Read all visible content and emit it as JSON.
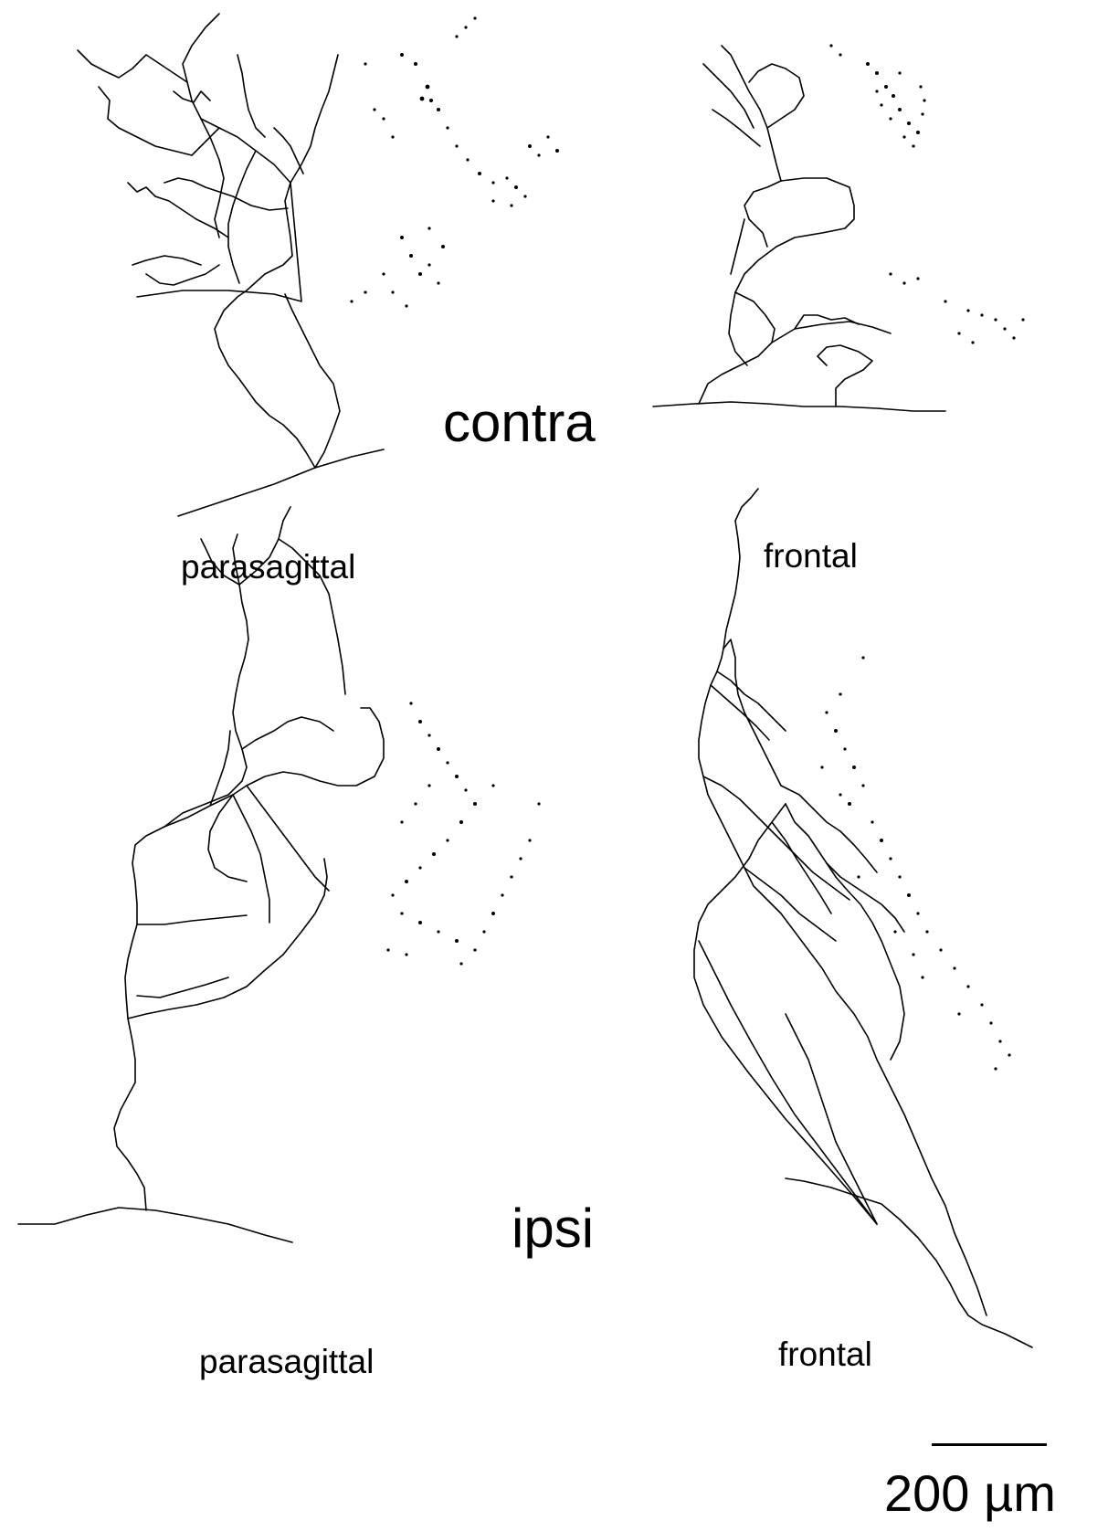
{
  "figure": {
    "conditions": {
      "contra": "contra",
      "ipsi": "ipsi"
    },
    "views": {
      "contra_left": "parasagittal",
      "contra_right": "frontal",
      "ipsi_left": "parasagittal",
      "ipsi_right": "frontal"
    },
    "scale_bar": {
      "label": "200 µm",
      "length_um": 200
    },
    "colors": {
      "background": "#ffffff",
      "ink": "#000000"
    }
  }
}
